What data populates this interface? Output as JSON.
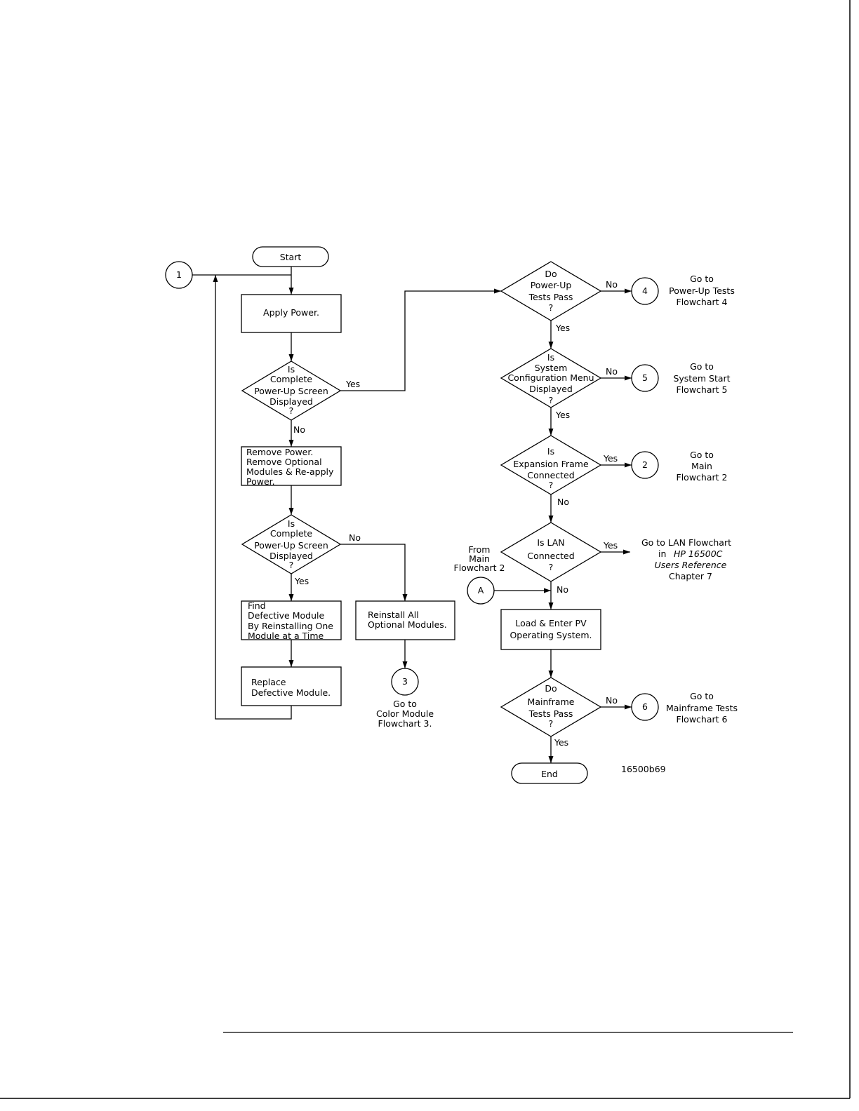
{
  "flowchart": {
    "terminals": {
      "start": "Start",
      "end": "End"
    },
    "processes": {
      "apply_power": [
        "Apply Power."
      ],
      "remove_power": [
        "Remove Power.",
        "Remove Optional",
        "Modules & Re-apply",
        "Power."
      ],
      "find_module": [
        "Find",
        "Defective Module",
        "By Reinstalling One",
        "Module at a Time"
      ],
      "replace_module": [
        "Replace",
        "Defective Module."
      ],
      "reinstall": [
        "Reinstall All",
        "Optional Modules."
      ],
      "load_os": [
        "Load & Enter PV",
        "Operating System."
      ]
    },
    "decisions": {
      "d1": [
        "Is",
        "Complete",
        "Power-Up Screen",
        "Displayed",
        "?"
      ],
      "d2": [
        "Is",
        "Complete",
        "Power-Up Screen",
        "Displayed",
        "?"
      ],
      "d3": [
        "Do",
        "Power-Up",
        "Tests Pass",
        "?"
      ],
      "d4": [
        "Is",
        "System",
        "Configuration Menu",
        "Displayed",
        "?"
      ],
      "d5": [
        "Is",
        "Expansion Frame",
        "Connected",
        "?"
      ],
      "d6": [
        "Is LAN",
        "Connected",
        "?"
      ],
      "d7": [
        "Do",
        "Mainframe",
        "Tests Pass",
        "?"
      ]
    },
    "connectors": {
      "c1": "1",
      "c3": "3",
      "c4": "4",
      "c5": "5",
      "c2": "2",
      "c6": "6",
      "cA": "A"
    },
    "edge_labels": {
      "yes": "Yes",
      "no": "No"
    },
    "notes": {
      "goto3": [
        "Go to",
        "Color Module",
        "Flowchart 3."
      ],
      "goto4": [
        "Go to",
        "Power-Up Tests",
        "Flowchart 4"
      ],
      "goto5": [
        "Go to",
        "System Start",
        "Flowchart 5"
      ],
      "goto2": [
        "Go to",
        "Main",
        "Flowchart 2"
      ],
      "goto_lan_1": "Go to LAN Flowchart",
      "goto_lan_2a": "in",
      "goto_lan_2b": "HP 16500C",
      "goto_lan_3": "Users Reference",
      "goto_lan_4": "Chapter 7",
      "goto6": [
        "Go to",
        "Mainframe Tests",
        "Flowchart 6"
      ],
      "from_main": [
        "From",
        "Main",
        "Flowchart 2"
      ]
    },
    "figure_id": "16500b69"
  }
}
